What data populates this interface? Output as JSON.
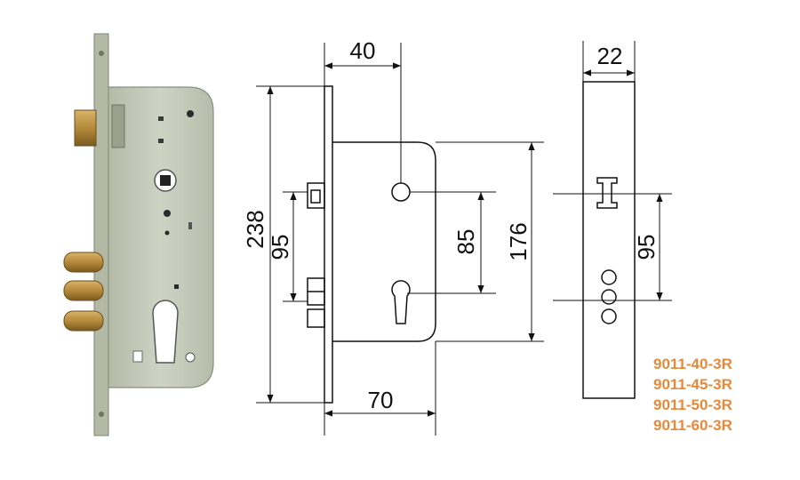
{
  "colors": {
    "line": "#111111",
    "model_text": "#e8893a",
    "lock_body": "#c2c7b6",
    "faceplate": "#b7bca8",
    "brass": "#b58a3a"
  },
  "front_view": {
    "dim_width_top": "40",
    "dim_height_total": "238",
    "dim_latch_to_bolt": "95",
    "dim_keyhole_spacing": "85",
    "dim_case_height": "176",
    "dim_case_width": "70"
  },
  "side_view": {
    "dim_thickness": "22",
    "dim_spacing": "95"
  },
  "models": [
    "9011-40-3R",
    "9011-45-3R",
    "9011-50-3R",
    "9011-60-3R"
  ]
}
